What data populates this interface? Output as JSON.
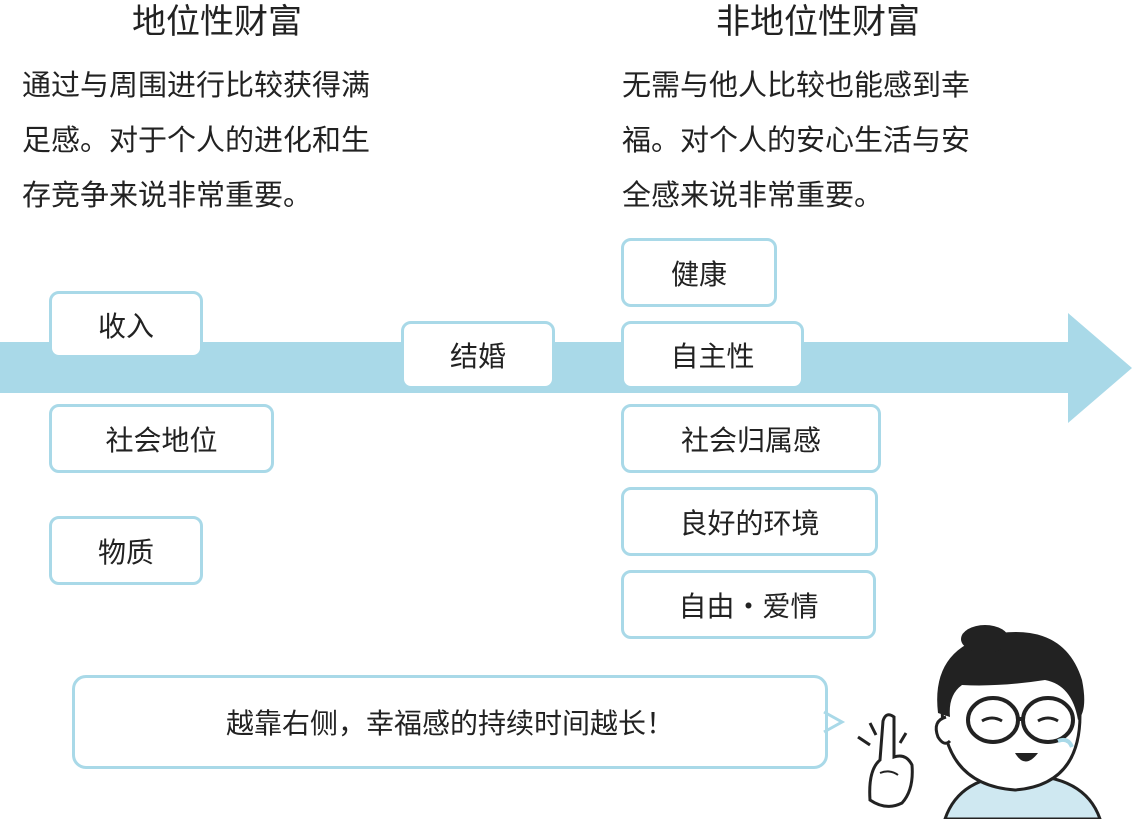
{
  "left": {
    "title": "地位性财富",
    "description_lines": [
      "通过与周围进行比较获得满",
      "足感。对于个人的进化和生",
      "存竞争来说非常重要。"
    ],
    "items": [
      "收入",
      "社会地位",
      "物质"
    ]
  },
  "middle": {
    "item": "结婚"
  },
  "right": {
    "title": "非地位性财富",
    "description_lines": [
      "无需与他人比较也能感到幸",
      "福。对个人的安心生活与安",
      "全感来说非常重要。"
    ],
    "items": [
      "健康",
      "自主性",
      "社会归属感",
      "良好的环境",
      "自由・爱情"
    ]
  },
  "callout": {
    "text": "越靠右侧，幸福感的持续时间越长！"
  },
  "colors": {
    "arrow": "#a9d9e8",
    "box_border": "#a9d9e8",
    "text": "#222222"
  },
  "icons": {
    "arrow": "right-arrow-icon",
    "character": "pointing-person-illustration"
  }
}
